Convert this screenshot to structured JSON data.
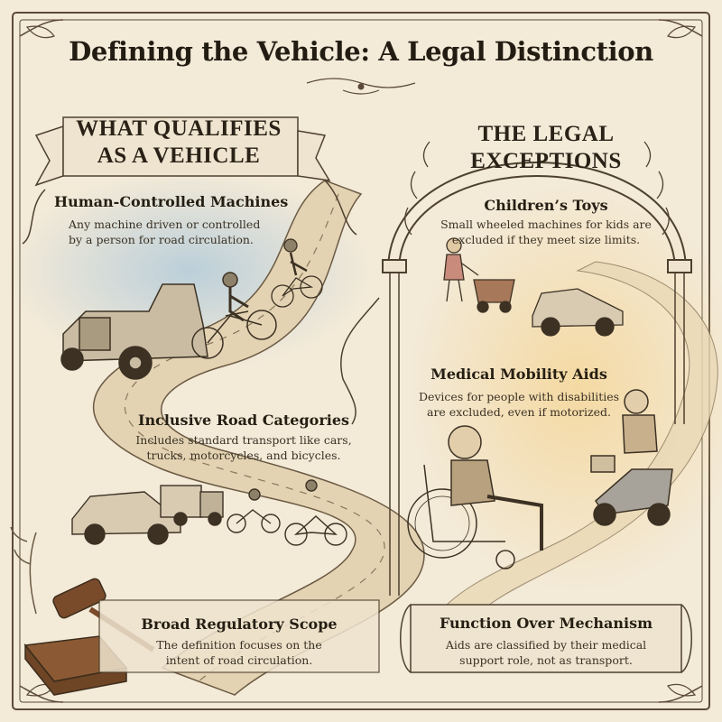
{
  "title": "Defining the Vehicle: A Legal Distinction",
  "left_banner": {
    "line1": "WHAT QUALIFIES",
    "line2": "AS A VEHICLE"
  },
  "right_banner": {
    "line1": "THE LEGAL",
    "line2": "EXCEPTIONS"
  },
  "sections": {
    "human_controlled": {
      "heading": "Human-Controlled Machines",
      "line1": "Any machine driven or controlled",
      "line2": "by a person for road circulation."
    },
    "road_categories": {
      "heading": "Inclusive Road Categories",
      "line1": "Includes standard transport like cars,",
      "line2": "trucks, motorcycles, and bicycles."
    },
    "regulatory_scope": {
      "heading": "Broad Regulatory Scope",
      "line1": "The definition focuses on the",
      "line2": "intent of road circulation."
    },
    "childrens_toys": {
      "heading": "Children’s Toys",
      "line1": "Small wheeled machines for kids are",
      "line2": "excluded if they meet size limits."
    },
    "medical_aids": {
      "heading": "Medical Mobility Aids",
      "line1": "Devices for people with disabilities",
      "line2": "are excluded, even if motorized."
    },
    "function_over_mechanism": {
      "heading": "Function Over Mechanism",
      "line1": "Aids are classified by their medical",
      "line2": "support role, not as transport."
    }
  },
  "colors": {
    "parchment": "#f3ead8",
    "ink": "#2b2418",
    "road": "#e2d2b4",
    "water": "#c3d7e3",
    "glow": "#f1d49a"
  }
}
